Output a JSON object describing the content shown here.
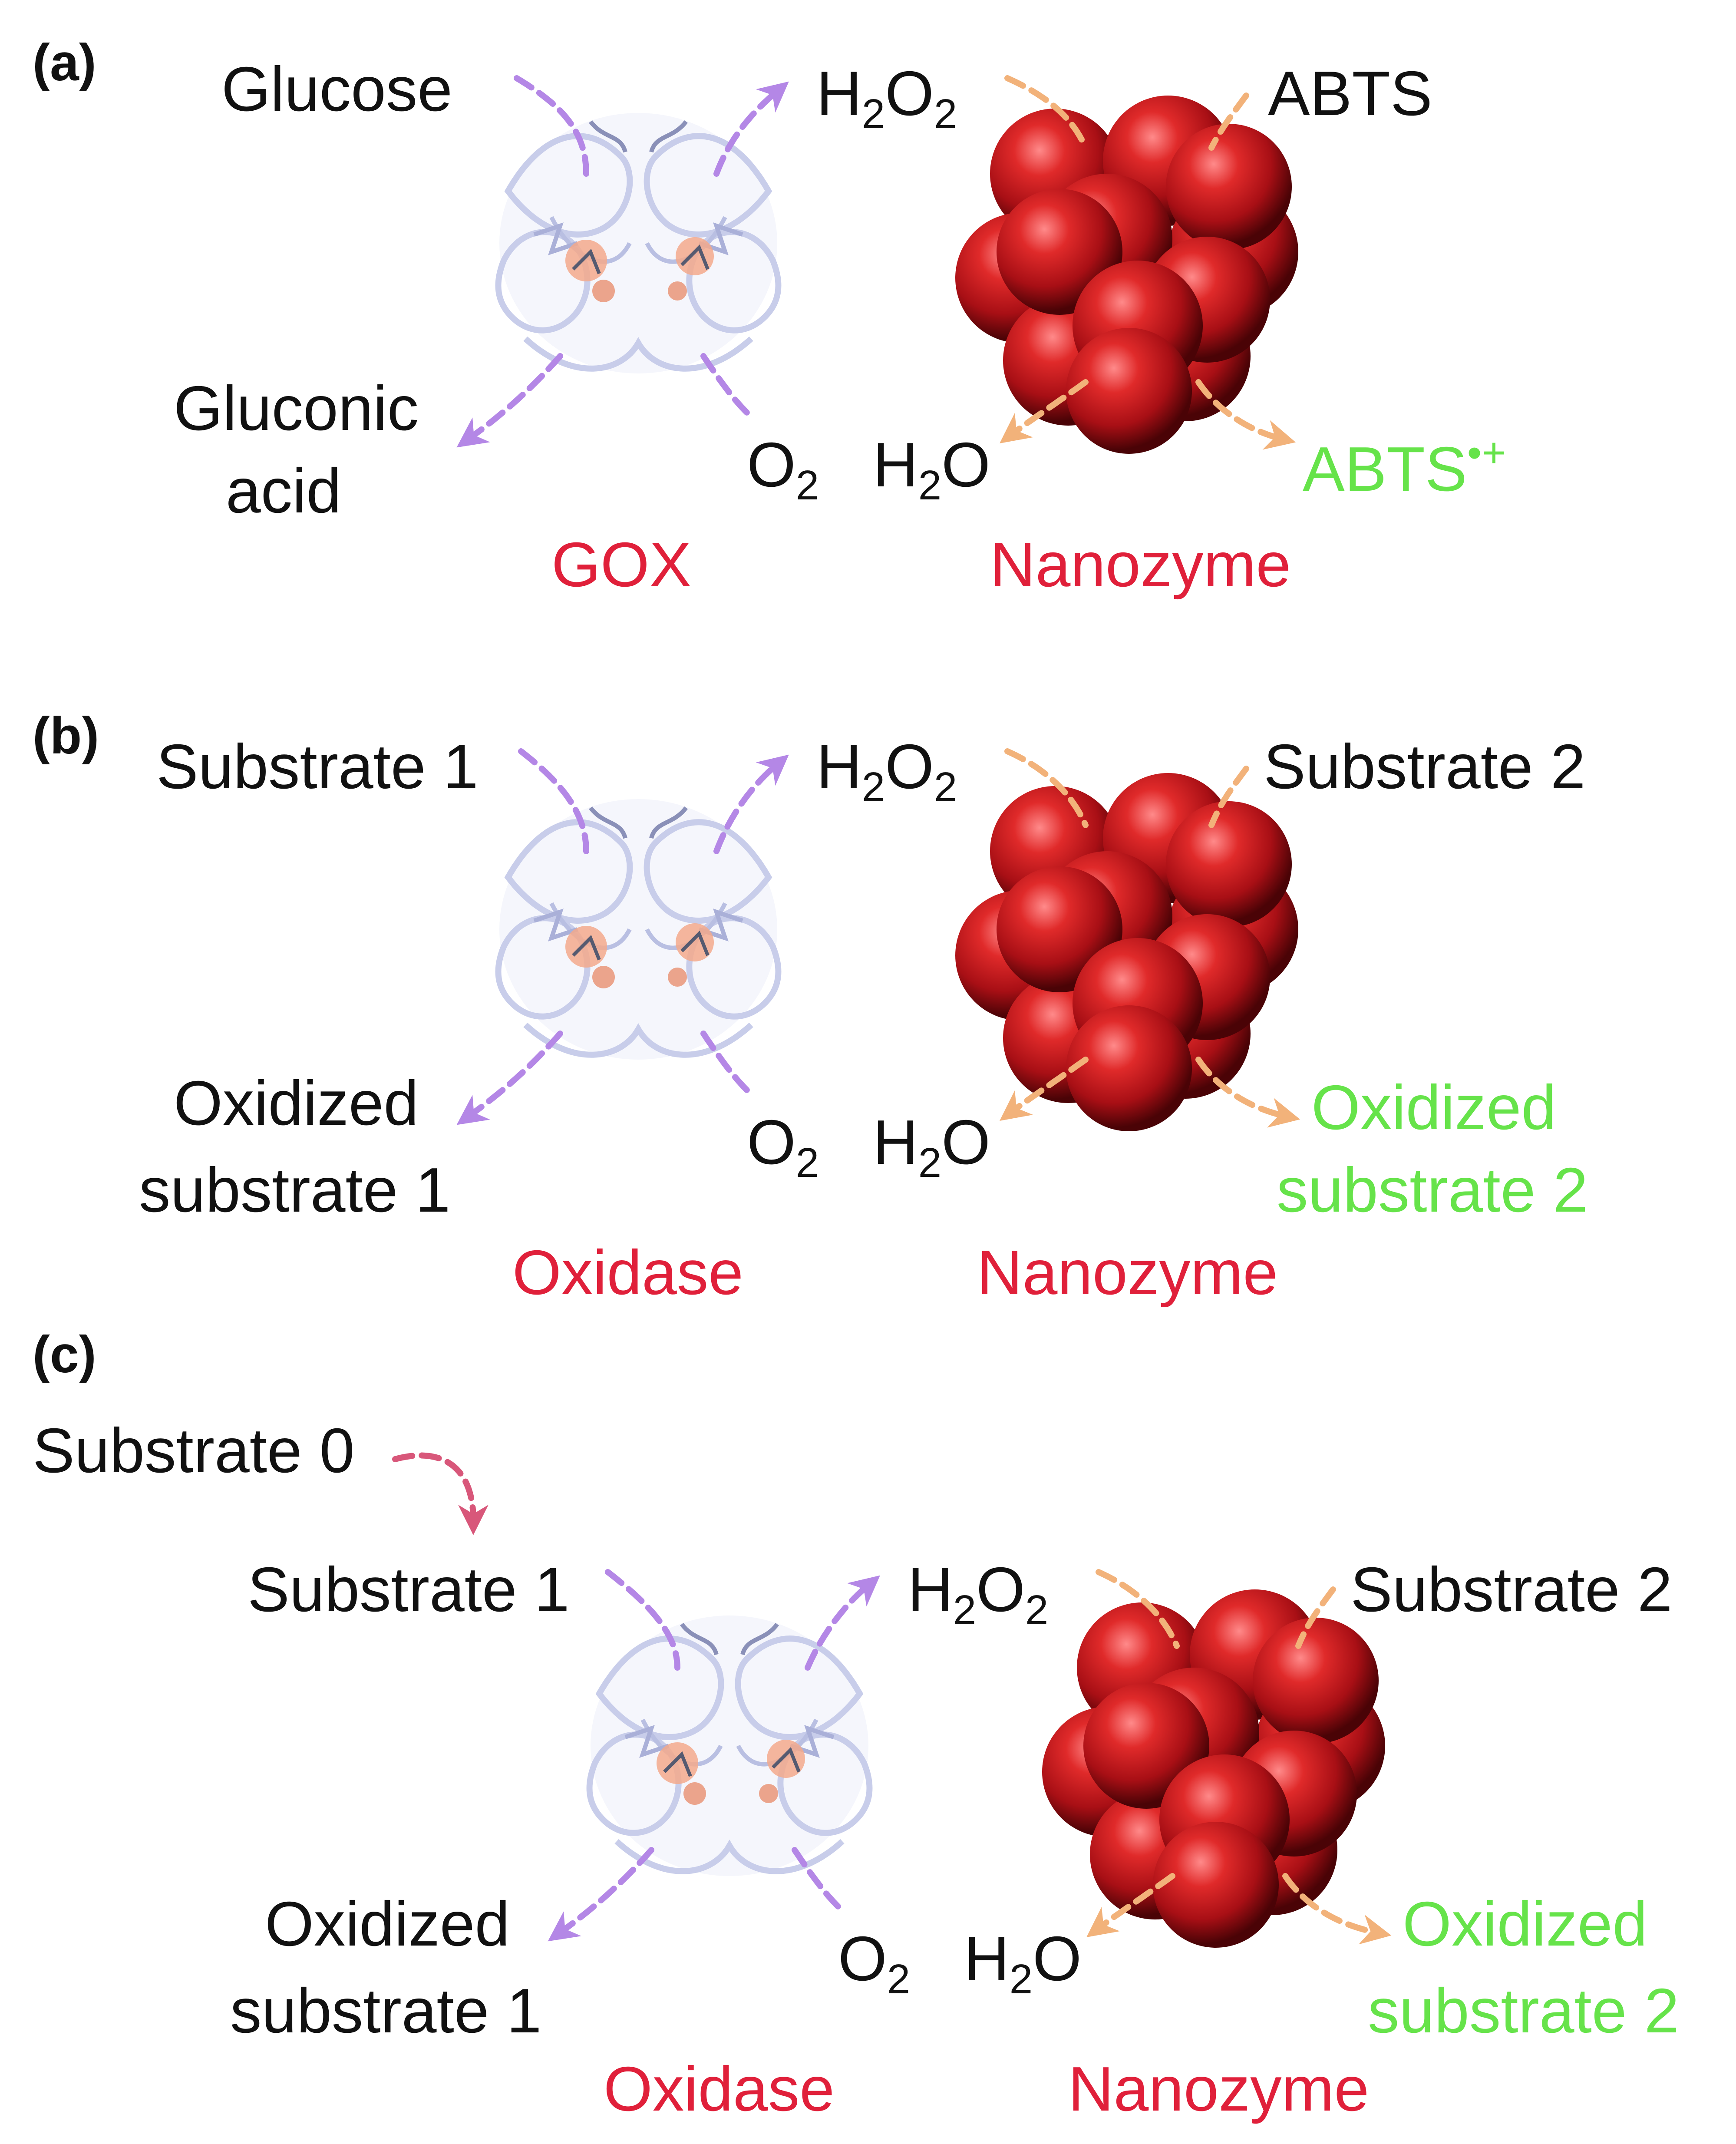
{
  "colors": {
    "enzyme_label": "#e0203a",
    "green_product": "#66e34a",
    "purple_arrow": "#b487e6",
    "orange_arrow": "#f2b27a",
    "red_arrow": "#d8577a",
    "nanoparticle": "#b3121b"
  },
  "icons": {
    "enzyme": "protein-ribbon-structure-icon",
    "nanozyme": "nanoparticle-cluster-icon"
  },
  "panel_a": {
    "tag": "(a)",
    "substrate": "Glucose",
    "product_line1": "Gluconic",
    "product_line2": "acid",
    "h2o2_base1": "H",
    "h2o2_sub1": "2",
    "h2o2_base2": "O",
    "h2o2_sub2": "2",
    "o2_base": "O",
    "o2_sub": "2",
    "h2o_base1": "H",
    "h2o_sub": "2",
    "h2o_base2": "O",
    "substrate2": "ABTS",
    "product2_base": "ABTS",
    "product2_sup": "•+",
    "enzyme": "GOX",
    "nanozyme": "Nanozyme"
  },
  "panel_b": {
    "tag": "(b)",
    "substrate": "Substrate 1",
    "product_line1": "Oxidized",
    "product_line2": "substrate 1",
    "h2o2_base1": "H",
    "h2o2_sub1": "2",
    "h2o2_base2": "O",
    "h2o2_sub2": "2",
    "o2_base": "O",
    "o2_sub": "2",
    "h2o_base1": "H",
    "h2o_sub": "2",
    "h2o_base2": "O",
    "substrate2": "Substrate 2",
    "product2_line1": "Oxidized",
    "product2_line2": "substrate 2",
    "enzyme": "Oxidase",
    "nanozyme": "Nanozyme"
  },
  "panel_c": {
    "tag": "(c)",
    "substrate0": "Substrate 0",
    "substrate": "Substrate 1",
    "product_line1": "Oxidized",
    "product_line2": "substrate 1",
    "h2o2_base1": "H",
    "h2o2_sub1": "2",
    "h2o2_base2": "O",
    "h2o2_sub2": "2",
    "o2_base": "O",
    "o2_sub": "2",
    "h2o_base1": "H",
    "h2o_sub": "2",
    "h2o_base2": "O",
    "substrate2": "Substrate 2",
    "product2_line1": "Oxidized",
    "product2_line2": "substrate 2",
    "enzyme": "Oxidase",
    "nanozyme": "Nanozyme"
  }
}
